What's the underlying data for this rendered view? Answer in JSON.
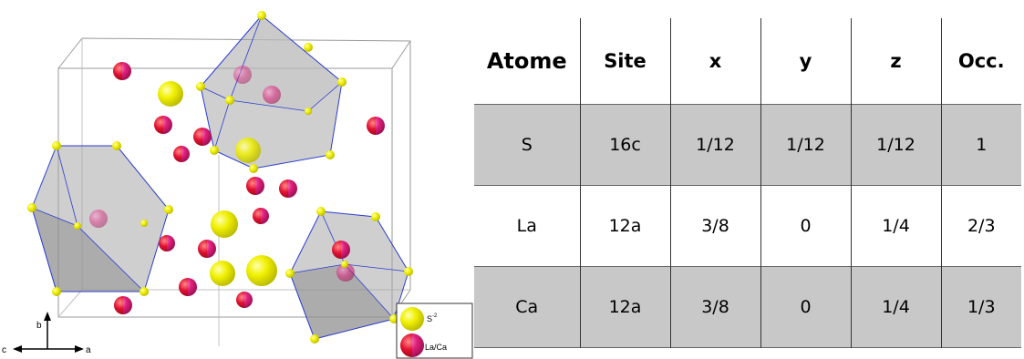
{
  "structure": {
    "axes": {
      "b": "b",
      "c": "c",
      "a": "a"
    },
    "legend": {
      "items": [
        {
          "label": "S",
          "superscript": "-2",
          "color": "#e6e600"
        },
        {
          "label": "La/Ca",
          "color": "#d6146f"
        }
      ]
    }
  },
  "table": {
    "headers": [
      "Atome",
      "Site",
      "x",
      "y",
      "z",
      "Occ."
    ],
    "rows": [
      {
        "cells": [
          "S",
          "16c",
          "1/12",
          "1/12",
          "1/12",
          "1"
        ],
        "shaded": true
      },
      {
        "cells": [
          "La",
          "12a",
          "3/8",
          "0",
          "1/4",
          "2/3"
        ],
        "shaded": false
      },
      {
        "cells": [
          "Ca",
          "12a",
          "3/8",
          "0",
          "1/4",
          "1/3"
        ],
        "shaded": true
      }
    ]
  },
  "colors": {
    "sulfur": "#e6e600",
    "la_ca_magenta": "#d6146f",
    "la_ca_red": "#e0103a",
    "polyhedron_fill": "#8a8a8a",
    "polyhedron_edge": "#2a3cd0",
    "row_shade": "#c8c8c8"
  }
}
